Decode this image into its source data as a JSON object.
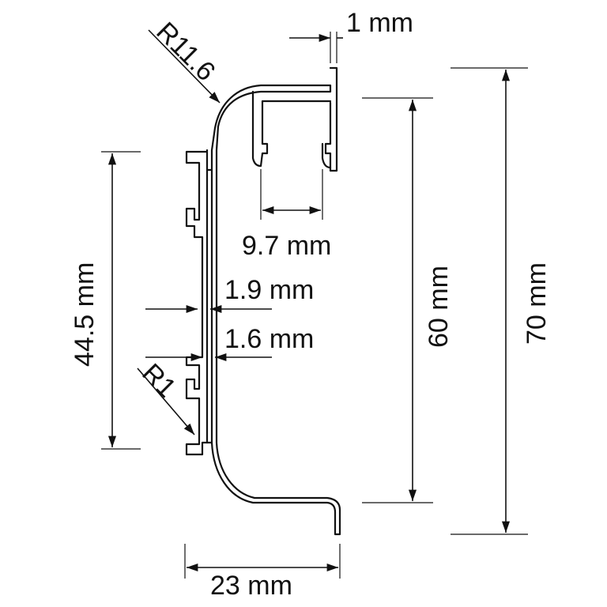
{
  "labels": {
    "thickness_top": "1 mm",
    "radius_large": "R11.6",
    "groove_width": "9.7 mm",
    "wall_1": "1.9 mm",
    "wall_2": "1.6 mm",
    "radius_small": "R1",
    "height_left": "44.5 mm",
    "height_inner": "60 mm",
    "height_total": "70 mm",
    "width_bottom": "23 mm"
  },
  "colors": {
    "line": "#111111",
    "background": "#ffffff"
  }
}
